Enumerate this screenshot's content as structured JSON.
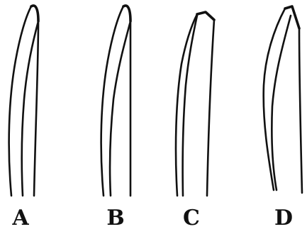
{
  "panels": [
    {
      "id": "a",
      "label": "A"
    },
    {
      "id": "b",
      "label": "B"
    },
    {
      "id": "c",
      "label": "C"
    },
    {
      "id": "d",
      "label": "D"
    }
  ],
  "colors": {
    "ink": "#111111",
    "background": "#ffffff"
  }
}
